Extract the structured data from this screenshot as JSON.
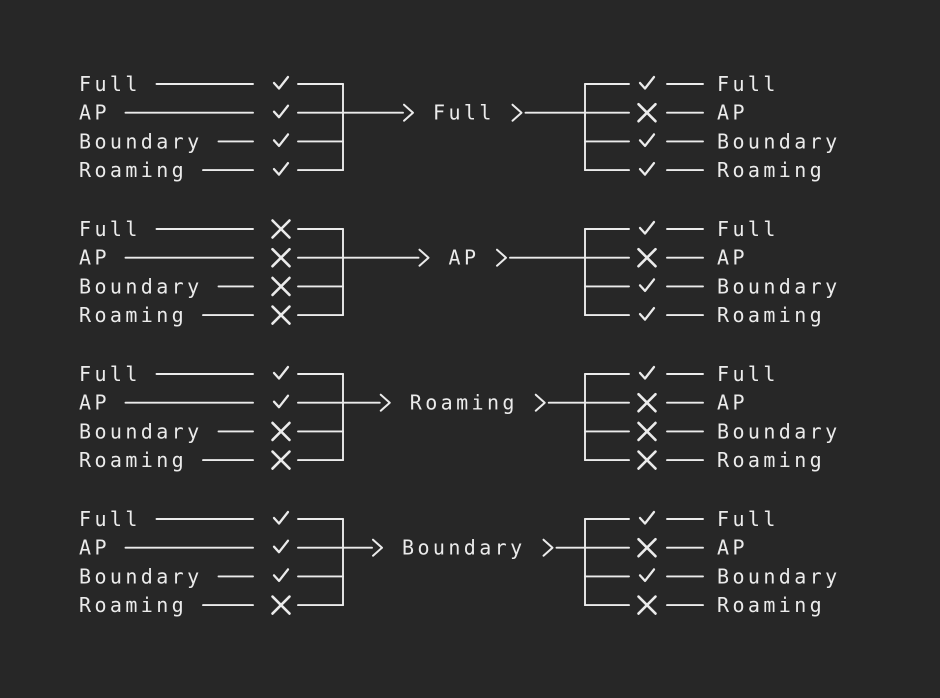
{
  "app": {
    "description": "Mode transition diagram showing which source modes may enter a target mode and which modes are reachable after it",
    "background_color": "#272727",
    "foreground_color": "#ebebeb"
  },
  "modes": [
    "Full",
    "AP",
    "Boundary",
    "Roaming"
  ],
  "icons": {
    "allowed": "check-icon",
    "blocked": "cross-icon",
    "allowed_glyph": "✓",
    "blocked_glyph": "✕",
    "arrow_glyph": ">"
  },
  "transitions": [
    {
      "target": "Full",
      "inputs": [
        "allowed",
        "allowed",
        "allowed",
        "allowed"
      ],
      "outputs": [
        "allowed",
        "blocked",
        "allowed",
        "allowed"
      ]
    },
    {
      "target": "AP",
      "inputs": [
        "blocked",
        "blocked",
        "blocked",
        "blocked"
      ],
      "outputs": [
        "allowed",
        "blocked",
        "allowed",
        "allowed"
      ]
    },
    {
      "target": "Roaming",
      "inputs": [
        "allowed",
        "allowed",
        "blocked",
        "blocked"
      ],
      "outputs": [
        "allowed",
        "blocked",
        "blocked",
        "blocked"
      ]
    },
    {
      "target": "Boundary",
      "inputs": [
        "allowed",
        "allowed",
        "allowed",
        "blocked"
      ],
      "outputs": [
        "allowed",
        "blocked",
        "allowed",
        "blocked"
      ]
    }
  ]
}
